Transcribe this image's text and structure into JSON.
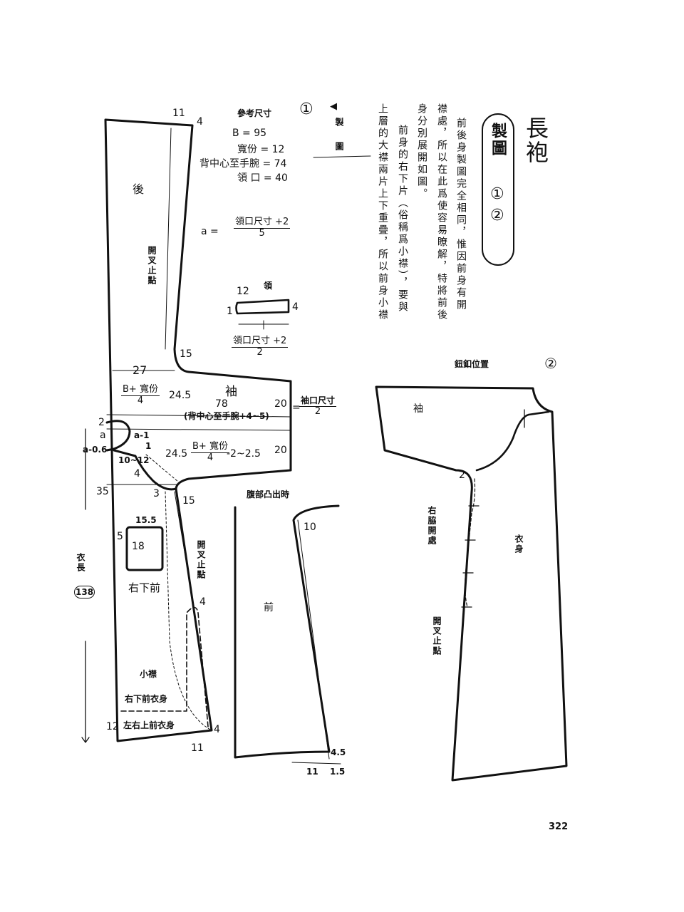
{
  "title": "長袍",
  "badge": {
    "label": "製圖",
    "items": [
      "①",
      "②"
    ]
  },
  "description": [
    "前後身製圖完全相同，惟因前身有開",
    "襟處，所以在此爲使容易瞭解，特將前後",
    "身分別展開如圖。",
    "前身的右下片（俗稱爲小襟），要與",
    "上層的大襟兩片上下重疊，所以前身小襟"
  ],
  "section_marker": {
    "arrow": "◀",
    "label": "製圖"
  },
  "figure1": {
    "number": "①",
    "reference": {
      "heading": "參考尺寸",
      "lines": [
        "B = 95",
        "寬份 = 12",
        "背中心至手腕 = 74",
        "領 口 = 40"
      ]
    },
    "formula_a": {
      "lhs": "a =",
      "num": "領口尺寸 +2",
      "den": "5"
    },
    "collar": {
      "label": "領",
      "h_left": "1",
      "h_top": "12",
      "h_right": "4",
      "len_num": "領口尺寸 +2",
      "len_den": "2"
    },
    "labels": {
      "back": "後",
      "slit_stop": "開叉止點",
      "sleeve": "袖",
      "right_lower_front": "右下前",
      "small_lapel": "小襟",
      "right_lower_front_body": "右下前衣身",
      "left_right_upper_front_body": "左右上前衣身",
      "garment_length_label": "衣長",
      "garment_length": "138",
      "belly_note": "腹部凸出時",
      "front": "前",
      "slit_stop2": "開叉止點"
    },
    "dims": {
      "top_11": "11",
      "top_4": "4",
      "d15a": "15",
      "d27": "27",
      "chest_num": "B+ 寬份",
      "chest_den": "4",
      "d245a": "24.5",
      "d78": "78",
      "d78_note": "(背中心至手腕+4~5)",
      "cuff_20a": "20",
      "cuff_formula_num": "袖口尺寸",
      "cuff_formula_den": "2",
      "cuff_20b": "20",
      "d2": "2",
      "a": "a",
      "a_minus_1": "a-1",
      "a_minus_06": "a-0.6",
      "one": "1",
      "d10_12": "10~12",
      "d4a": "4",
      "d245b": "24.5",
      "chest2_num": "B+ 寬份",
      "chest2_den": "4",
      "chest2_tail": "-2~2.5",
      "d35": "35",
      "d3": "3",
      "d15b": "15",
      "d155": "15.5",
      "d5": "5",
      "d18": "18",
      "d4b": "4",
      "d12": "12",
      "d4c": "4",
      "d11b": "11",
      "d10": "10",
      "d45": "4.5",
      "d11c": "11",
      "d15c": "1.5"
    }
  },
  "figure2": {
    "number": "②",
    "heading": "鈕釦位置",
    "labels": {
      "sleeve": "袖",
      "right_side_opening": "右脇開處",
      "body": "衣身",
      "slit_stop": "開叉止點",
      "d2": "2"
    }
  },
  "page_number": "322"
}
